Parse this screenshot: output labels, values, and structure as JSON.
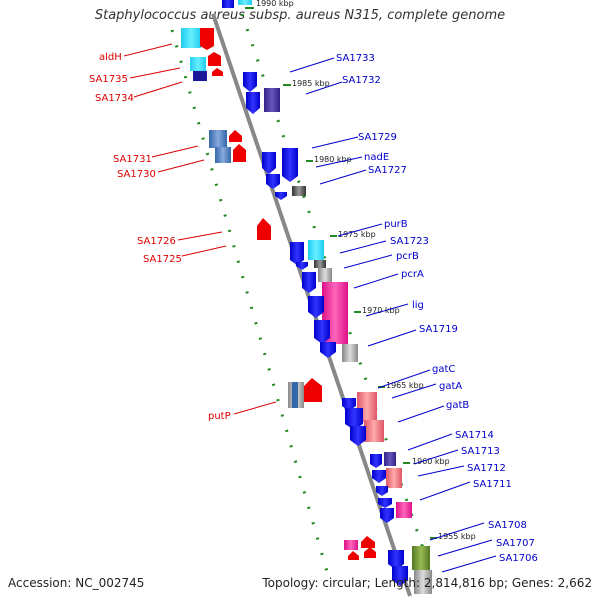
{
  "header": {
    "title": "Staphylococcus aureus subsp. aureus N315, complete genome"
  },
  "footer": {
    "accession": "Accession: NC_002745",
    "summary": "Topology: circular; Length: 2,814,816 bp; Genes: 2,662"
  },
  "scale_labels": [
    "1990 kbp",
    "1985 kbp",
    "1980 kbp",
    "1975 kbp",
    "1970 kbp",
    "1965 kbp",
    "1960 kbp",
    "1955 kbp"
  ],
  "genes_reverse": [
    "aldH",
    "SA1735",
    "SA1734",
    "SA1731",
    "SA1730",
    "SA1726",
    "SA1725",
    "putP"
  ],
  "genes_forward": [
    "SA1733",
    "SA1732",
    "SA1729",
    "nadE",
    "SA1727",
    "purB",
    "SA1723",
    "pcrB",
    "pcrA",
    "lig",
    "SA1719",
    "gatC",
    "gatA",
    "gatB",
    "SA1714",
    "SA1713",
    "SA1712",
    "SA1711",
    "SA1708",
    "SA1707",
    "SA1706"
  ],
  "colors": {
    "forward_gene": "#0000ee",
    "reverse_gene": "#ee0000",
    "label_forward": "#0000cc",
    "label_reverse": "#dd0000",
    "backbone": "#888888",
    "scale_ticks": "#228822"
  }
}
